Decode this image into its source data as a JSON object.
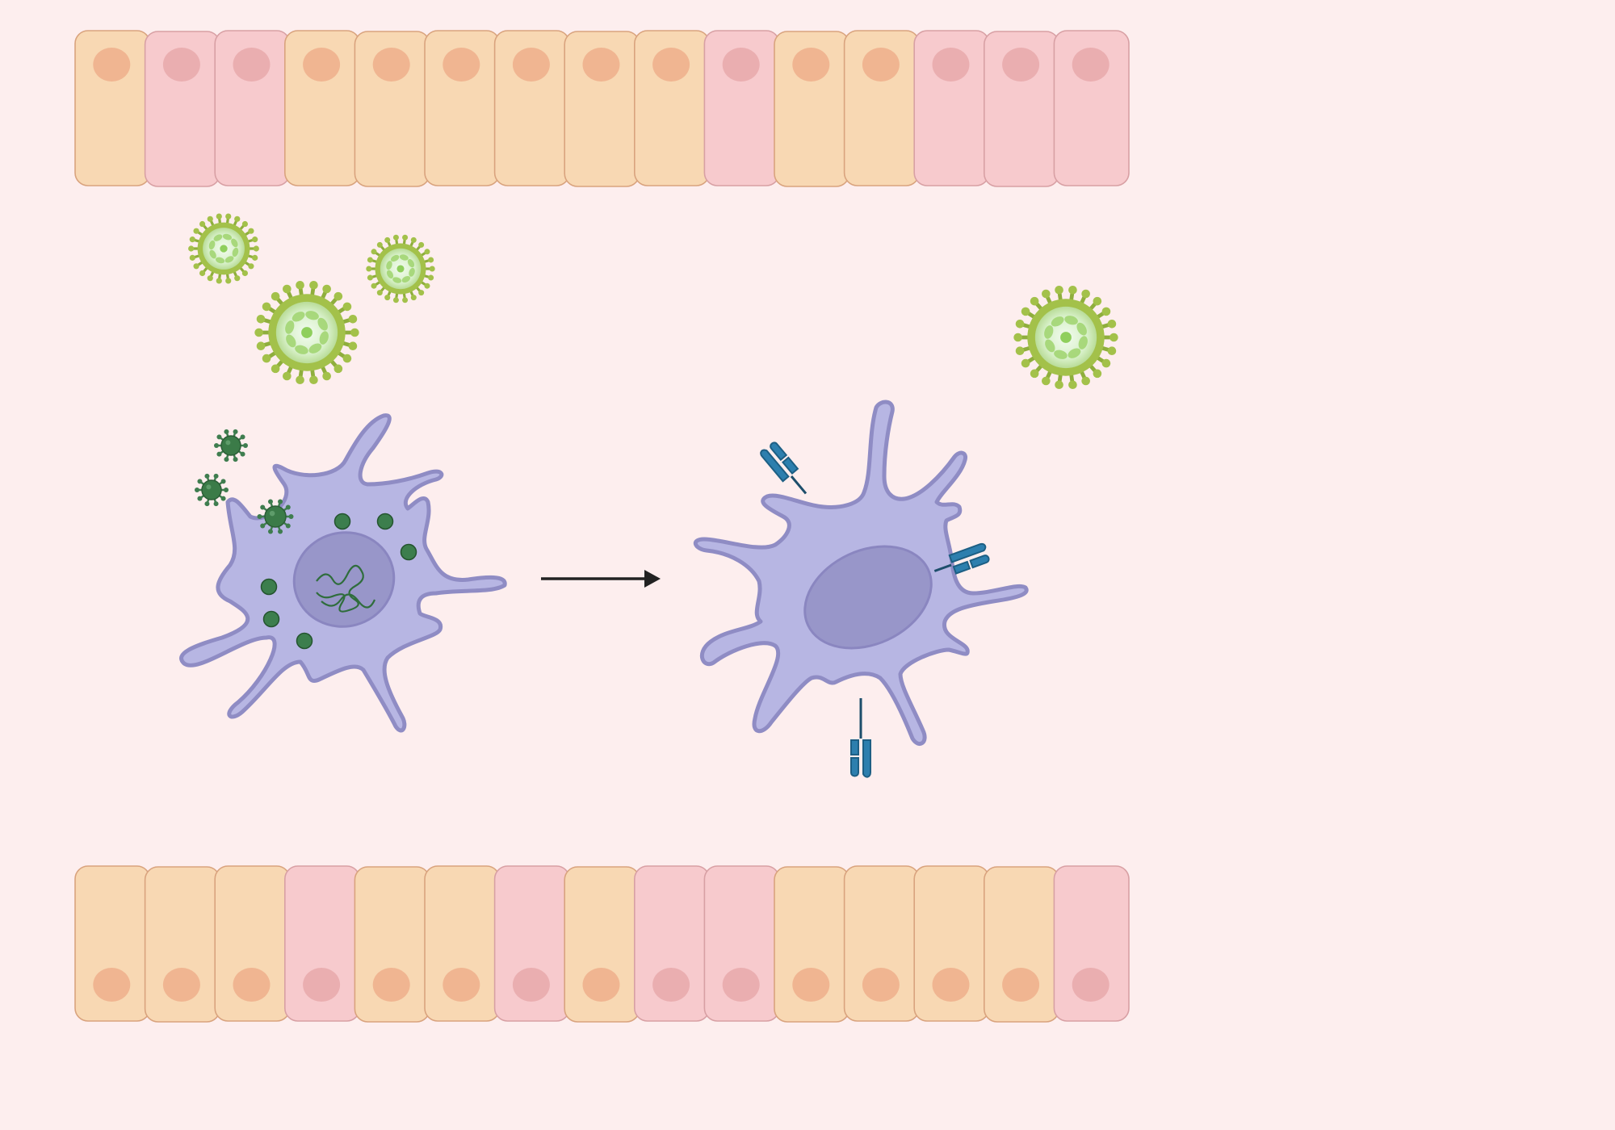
{
  "colors": {
    "background": "#fdeeee",
    "cell_peach": "#f8d8b3",
    "cell_peach_stroke": "#d9a37e",
    "nucleus_peach": "#f0b591",
    "cell_pink": "#f7cacd",
    "cell_pink_stroke": "#d8a0a4",
    "nucleus_pink": "#eaaeb0",
    "dendritic_body": "#b7b6e3",
    "dendritic_stroke": "#8f8cc4",
    "dendritic_nucleus": "#9794c8",
    "virus_green_spike": "#a3c14a",
    "virus_green_core": "#def4d2",
    "virus_dark": "#3f7d4f",
    "receptor_blue": "#2d7fae",
    "arrow": "#222222"
  },
  "top_epithelium": [
    "peach",
    "pink",
    "pink",
    "peach",
    "peach",
    "peach",
    "peach",
    "peach",
    "peach",
    "pink",
    "peach",
    "peach",
    "pink",
    "pink",
    "pink"
  ],
  "bottom_epithelium": [
    "peach",
    "peach",
    "peach",
    "pink",
    "peach",
    "peach",
    "pink",
    "peach",
    "pink",
    "pink",
    "peach",
    "peach",
    "peach",
    "peach",
    "pink"
  ],
  "icons": {
    "large_virus": "virus-icon",
    "small_virus": "virus-small-icon",
    "antigen": "antigen-icon",
    "receptor": "mhc-receptor-icon",
    "arrow": "arrow-right-icon"
  }
}
